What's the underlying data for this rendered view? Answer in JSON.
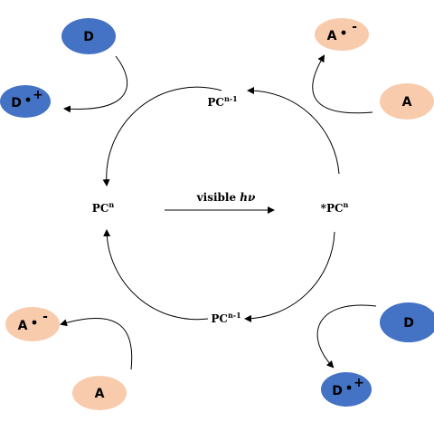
{
  "colors": {
    "donor": "#4472c4",
    "acceptor": "#f8cbad",
    "stroke": "#000000"
  },
  "species": {
    "donor": "D",
    "donor_radical": "D",
    "donor_radical_charge": "+",
    "acceptor": "A",
    "acceptor_radical": "A",
    "acceptor_radical_charge": "-"
  },
  "catalyst": {
    "base": "PC",
    "ground_sup": "n",
    "reduced_sup": "n-1",
    "excited_prefix": "*"
  },
  "excitation": {
    "label": "visible",
    "hv": "hν"
  }
}
